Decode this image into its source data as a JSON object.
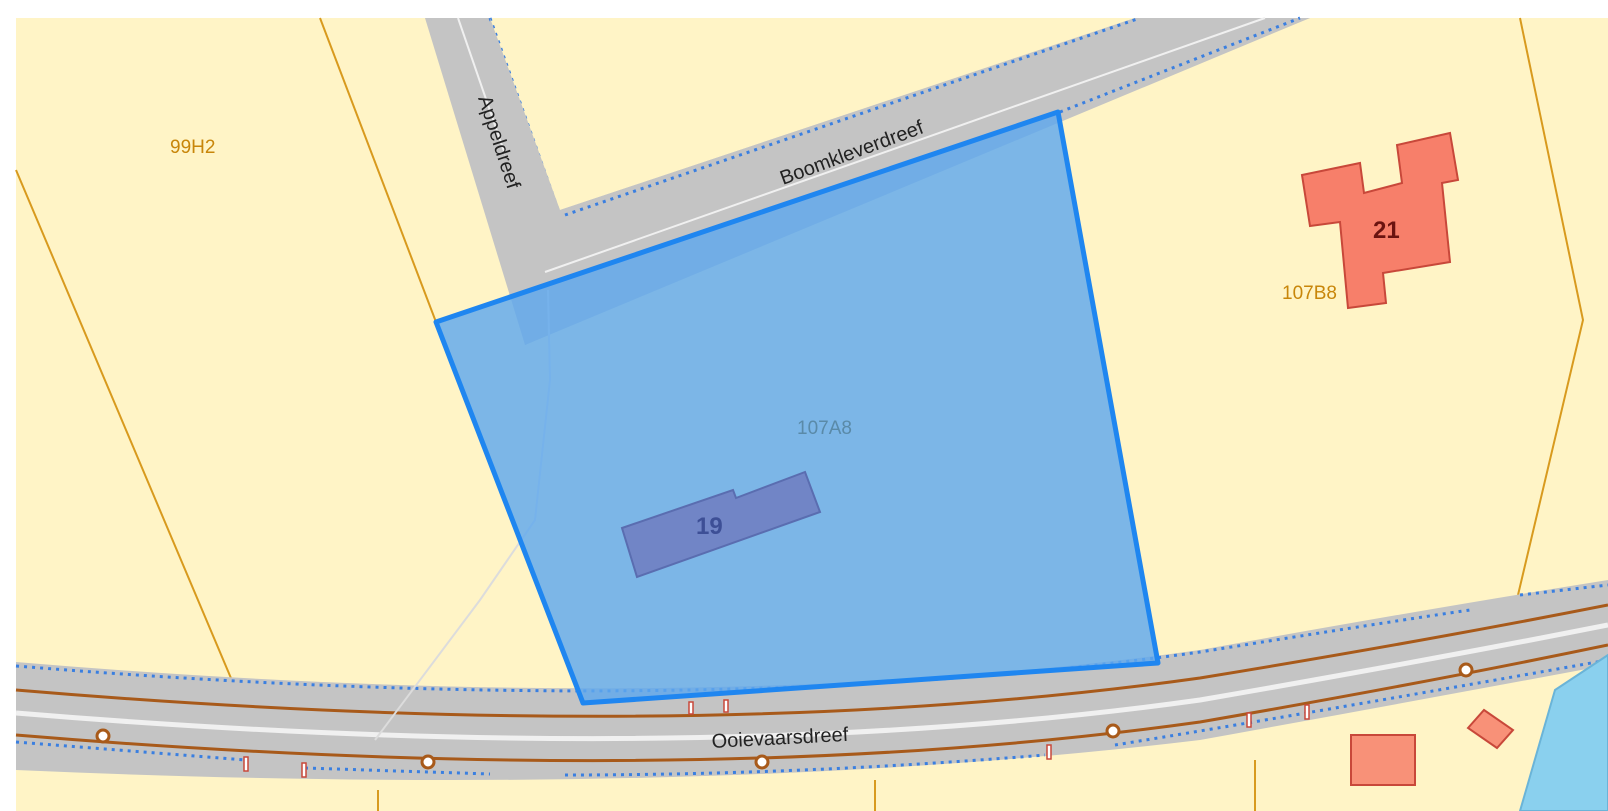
{
  "map": {
    "colors": {
      "background": "#ffffff",
      "land": "#fff4c6",
      "parcel_line": "#d89a1e",
      "road_fill": "#c4c4c4",
      "road_center": "#f0f0f0",
      "sidewalk_dots": "#3a7fe0",
      "selection_fill": "#5fa8ee",
      "selection_stroke": "#1f86f0",
      "building_selected_fill": "#7185c6",
      "building_selected_stroke": "#5a6db0",
      "building_fill": "#f77f6a",
      "building_stroke": "#c8483a",
      "tram_line": "#a85a1a",
      "water": "#8ad0ee"
    },
    "streets": [
      {
        "name": "Appeldreef"
      },
      {
        "name": "Boomkleverdreef"
      },
      {
        "name": "Ooievaarsdreef"
      }
    ],
    "parcels": [
      {
        "id": "99H2"
      },
      {
        "id": "107A8",
        "selected": true
      },
      {
        "id": "107B8"
      }
    ],
    "buildings": [
      {
        "number": "19",
        "selected": true
      },
      {
        "number": "21",
        "selected": false
      }
    ]
  }
}
